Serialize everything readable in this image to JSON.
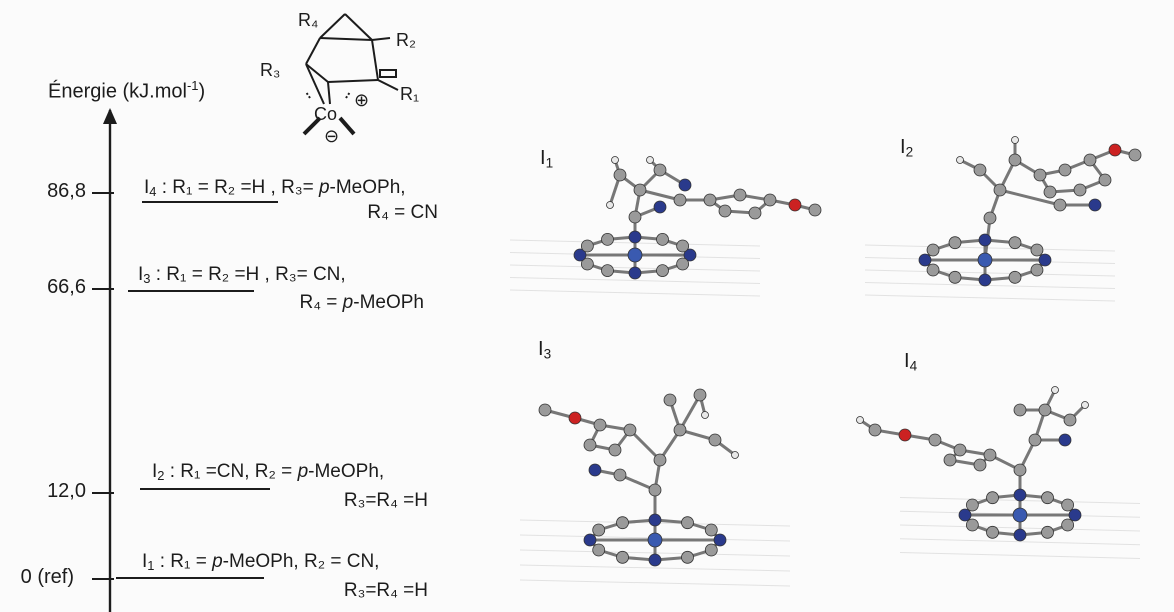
{
  "energy_axis": {
    "title_prefix": "Énergie (kJ.mol",
    "title_sup": "-1",
    "title_suffix": ")"
  },
  "levels": [
    {
      "value": "86,8",
      "line1": {
        "pre": "I",
        "sub": "4",
        "text": " : R₁ = R₂ =H , R₃= ",
        "italic": "p",
        "post": "-MeOPh,"
      },
      "line2": {
        "pre": "R₄ = CN",
        "italic": "",
        "post": ""
      }
    },
    {
      "value": "66,6",
      "line1": {
        "pre": "I",
        "sub": "3",
        "text": " : R₁ = R₂ =H , R₃= CN,",
        "italic": "",
        "post": ""
      },
      "line2": {
        "pre": "R₄ = ",
        "italic": "p",
        "post": "-MeOPh"
      }
    },
    {
      "value": "12,0",
      "line1": {
        "pre": "I",
        "sub": "2",
        "text": " : R₁ =CN, R₂ = ",
        "italic": "p",
        "post": "-MeOPh,"
      },
      "line2": {
        "pre": "R₃=R₄ =H",
        "italic": "",
        "post": ""
      }
    },
    {
      "value": "0 (ref)",
      "line1": {
        "pre": "I",
        "sub": "1",
        "text": " : R₁ = ",
        "italic": "p",
        "post": "-MeOPh, R₂ = CN,"
      },
      "line2": {
        "pre": "R₃=R₄ =H",
        "italic": "",
        "post": ""
      }
    }
  ],
  "structure": {
    "labels": [
      "R₄",
      "R₂",
      "R₃",
      "R₁",
      "Co",
      "⊕",
      "⊖"
    ]
  },
  "panels": [
    {
      "label": "I",
      "sub": "1"
    },
    {
      "label": "I",
      "sub": "2"
    },
    {
      "label": "I",
      "sub": "3"
    },
    {
      "label": "I",
      "sub": "4"
    }
  ],
  "colors": {
    "carbon": "#9a9a9a",
    "nitrogen": "#2a3a8c",
    "oxygen": "#cc2222",
    "cobalt": "#3a5ab0",
    "hydrogen": "#e8e8e8",
    "bond": "#777777"
  }
}
